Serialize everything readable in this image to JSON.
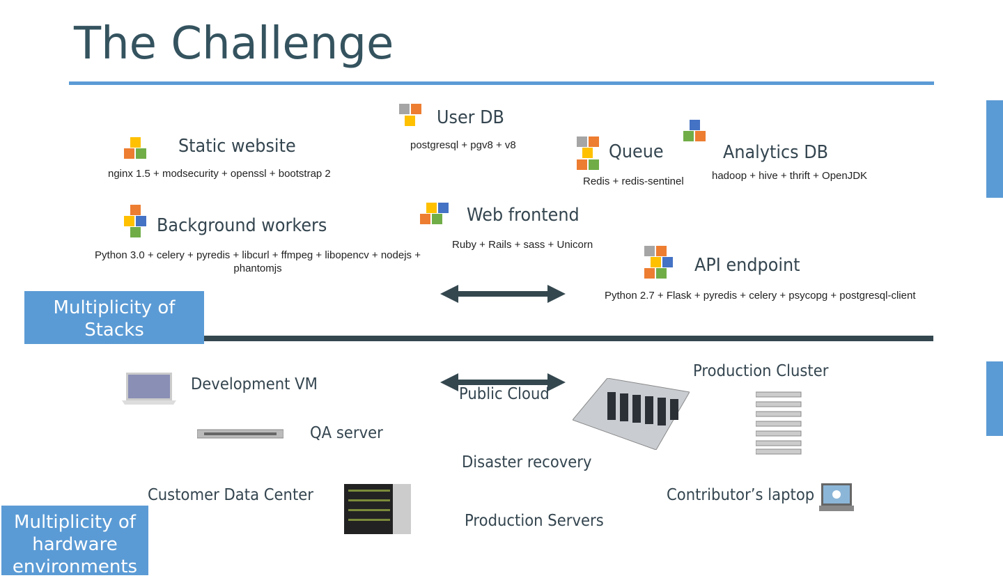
{
  "slide": {
    "title": "The Challenge"
  },
  "colors": {
    "accent": "#5b9bd5",
    "dark": "#34474f",
    "orange": "#ed7d31",
    "yellow": "#ffc000",
    "green": "#70ad47",
    "blue": "#4472c4",
    "gray": "#a5a5a5"
  },
  "stacks": [
    {
      "name": "Static website",
      "components": "nginx 1.5 + modsecurity + openssl + bootstrap 2",
      "icon": "blocks-icon"
    },
    {
      "name": "User DB",
      "components": "postgresql + pgv8 + v8",
      "icon": "blocks-icon"
    },
    {
      "name": "Queue",
      "components": "Redis + redis-sentinel",
      "icon": "blocks-icon"
    },
    {
      "name": "Analytics DB",
      "components": "hadoop + hive + thrift + OpenJDK",
      "icon": "blocks-icon"
    },
    {
      "name": "Background workers",
      "components": "Python 3.0 + celery + pyredis + libcurl + ffmpeg + libopencv + nodejs + phantomjs",
      "icon": "blocks-icon"
    },
    {
      "name": "Web frontend",
      "components": "Ruby + Rails + sass + Unicorn",
      "icon": "blocks-icon"
    },
    {
      "name": "API endpoint",
      "components": "Python 2.7 + Flask + pyredis + celery + psycopg + postgresql-client",
      "icon": "blocks-icon"
    }
  ],
  "labels": {
    "stacks": "Multiplicity of Stacks",
    "hardware": "Multiplicity of hardware environments"
  },
  "hardware": [
    {
      "name": "Development VM",
      "icon": "laptop-icon"
    },
    {
      "name": "QA server",
      "icon": "rack-server-icon"
    },
    {
      "name": "Public Cloud"
    },
    {
      "name": "Production Cluster",
      "icon": "server-stack-icon"
    },
    {
      "name": "Disaster recovery"
    },
    {
      "name": "Customer Data Center",
      "icon": "blade-server-icon"
    },
    {
      "name": "Contributor’s laptop",
      "icon": "laptop-icon"
    },
    {
      "name": "Production Servers"
    }
  ]
}
